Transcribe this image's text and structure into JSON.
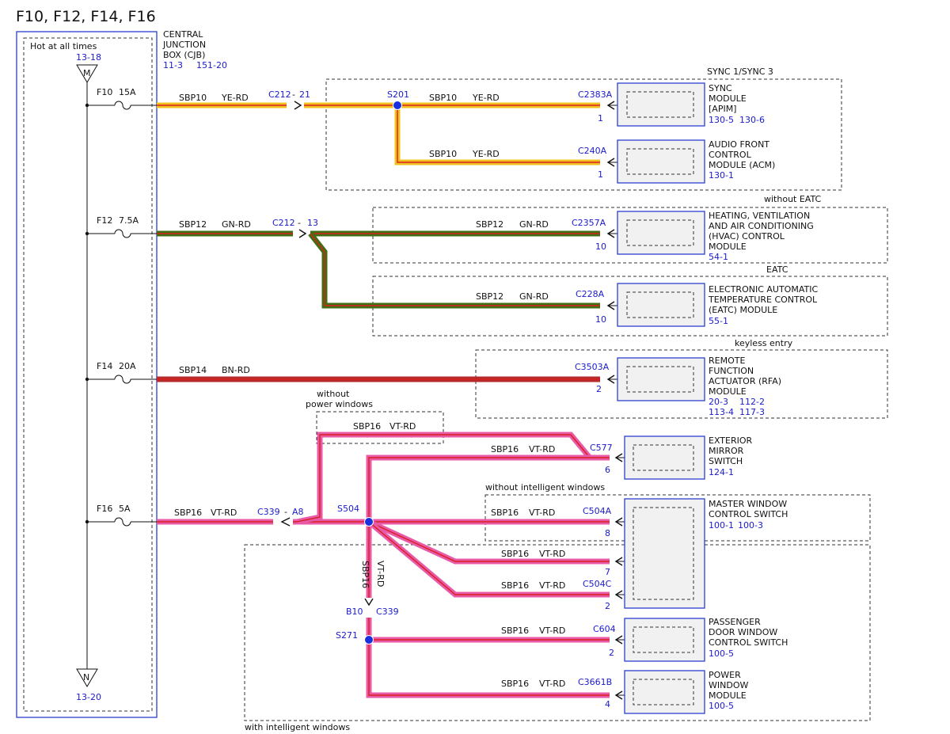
{
  "title": "F10, F12, F14, F16",
  "cjb": {
    "name_lines": [
      "CENTRAL",
      "JUNCTION",
      "BOX (CJB)"
    ],
    "refs": [
      "11-3",
      "151-20"
    ],
    "hot_label": "Hot at all times",
    "top_ref": "13-18",
    "top_terminal": "M",
    "bottom_terminal": "N",
    "bottom_ref": "13-20"
  },
  "fuses": [
    {
      "name": "F10",
      "rating": "15A"
    },
    {
      "name": "F12",
      "rating": "7.5A"
    },
    {
      "name": "F14",
      "rating": "20A"
    },
    {
      "name": "F16",
      "rating": "5A"
    }
  ],
  "circuits": {
    "f10": {
      "circuit": "SBP10",
      "color": "YE-RD",
      "inline_conn": "C212",
      "inline_pin": "21",
      "splice": "S201",
      "branch1": {
        "circuit": "SBP10",
        "color": "YE-RD",
        "conn": "C2383A",
        "pin": "1"
      },
      "branch2": {
        "circuit": "SBP10",
        "color": "YE-RD",
        "conn": "C240A",
        "pin": "1"
      }
    },
    "f12": {
      "circuit": "SBP12",
      "color": "GN-RD",
      "inline_conn": "C212",
      "inline_pin": "13",
      "branch1": {
        "circuit": "SBP12",
        "color": "GN-RD",
        "conn": "C2357A",
        "pin": "10"
      },
      "branch2": {
        "circuit": "SBP12",
        "color": "GN-RD",
        "conn": "C228A",
        "pin": "10"
      }
    },
    "f14": {
      "circuit": "SBP14",
      "color": "BN-RD",
      "conn": "C3503A",
      "pin": "2"
    },
    "f16": {
      "circuit": "SBP16",
      "color": "VT-RD",
      "inline_conn": "C339",
      "inline_pin": "A8",
      "splice": "S504",
      "mirror_upper": {
        "circuit": "SBP16",
        "color": "VT-RD"
      },
      "mirror": {
        "circuit": "SBP16",
        "color": "VT-RD",
        "conn": "C577",
        "pin": "6"
      },
      "master": {
        "circuit": "SBP16",
        "color": "VT-RD",
        "conn": "C504A",
        "pin": "8"
      },
      "master2": {
        "circuit": "SBP16",
        "color": "VT-RD",
        "pin": "7"
      },
      "master3": {
        "circuit": "SBP16",
        "color": "VT-RD",
        "conn": "C504C",
        "pin": "2"
      },
      "vertical": {
        "circuit": "SBP16",
        "color": "VT-RD",
        "conn_pin": "B10",
        "conn": "C339"
      },
      "splice2": "S271",
      "passenger": {
        "circuit": "SBP16",
        "color": "VT-RD",
        "conn": "C604",
        "pin": "2"
      },
      "pwm": {
        "circuit": "SBP16",
        "color": "VT-RD",
        "conn": "C3661B",
        "pin": "4"
      }
    }
  },
  "groups": {
    "sync": "SYNC 1/SYNC 3",
    "without_eatc": "without EATC",
    "eatc": "EATC",
    "keyless": "keyless entry",
    "without_pw": [
      "without",
      "power windows"
    ],
    "without_iw": "without intelligent windows",
    "with_iw": "with intelligent windows"
  },
  "modules": {
    "sync": {
      "lines": [
        "SYNC",
        "MODULE",
        "[APIM]"
      ],
      "refs": [
        "130-5",
        "130-6"
      ]
    },
    "acm": {
      "lines": [
        "AUDIO FRONT",
        "CONTROL",
        "MODULE (ACM)"
      ],
      "refs": [
        "130-1"
      ]
    },
    "hvac": {
      "lines": [
        "HEATING, VENTILATION",
        "AND AIR CONDITIONING",
        "(HVAC) CONTROL",
        "MODULE"
      ],
      "refs": [
        "54-1"
      ]
    },
    "eatc": {
      "lines": [
        "ELECTRONIC AUTOMATIC",
        "TEMPERATURE CONTROL",
        "(EATC) MODULE"
      ],
      "refs": [
        "55-1"
      ]
    },
    "rfa": {
      "lines": [
        "REMOTE",
        "FUNCTION",
        "ACTUATOR (RFA)",
        "MODULE"
      ],
      "refs": [
        "20-3",
        "112-2",
        "113-4",
        "117-3"
      ]
    },
    "mirror": {
      "lines": [
        "EXTERIOR",
        "MIRROR",
        "SWITCH"
      ],
      "refs": [
        "124-1"
      ]
    },
    "master": {
      "lines": [
        "MASTER WINDOW",
        "CONTROL SWITCH"
      ],
      "refs": [
        "100-1",
        "100-3"
      ]
    },
    "passenger": {
      "lines": [
        "PASSENGER",
        "DOOR WINDOW",
        "CONTROL SWITCH"
      ],
      "refs": [
        "100-5"
      ]
    },
    "pwm": {
      "lines": [
        "POWER",
        "WINDOW",
        "MODULE"
      ],
      "refs": [
        "100-5"
      ]
    }
  },
  "colors": {
    "ye_rd": "#f2c01e",
    "gn_rd": "#3f6f12",
    "bn_rd": "#b52b2b",
    "vt_rd": "#e85aa8",
    "blue": "#2b3fcf"
  }
}
